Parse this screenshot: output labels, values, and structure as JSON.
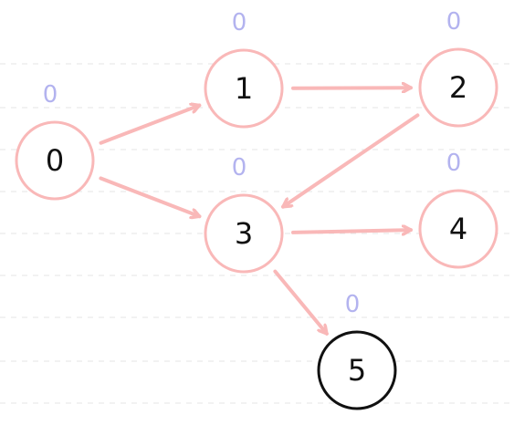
{
  "diagram": {
    "colors": {
      "edge": "#f9b8b8",
      "node_border_default": "#f9b8b8",
      "node_border_highlight": "#111111",
      "badge": "#b3b3ef",
      "guide": "#e6e6e6"
    },
    "nodes": [
      {
        "id": "0",
        "label": "0",
        "badge": "0",
        "highlighted": false
      },
      {
        "id": "1",
        "label": "1",
        "badge": "0",
        "highlighted": false
      },
      {
        "id": "2",
        "label": "2",
        "badge": "0",
        "highlighted": false
      },
      {
        "id": "3",
        "label": "3",
        "badge": "0",
        "highlighted": false
      },
      {
        "id": "4",
        "label": "4",
        "badge": "0",
        "highlighted": false
      },
      {
        "id": "5",
        "label": "5",
        "badge": "0",
        "highlighted": true
      }
    ],
    "edges": [
      {
        "from": "0",
        "to": "1"
      },
      {
        "from": "0",
        "to": "3"
      },
      {
        "from": "1",
        "to": "2"
      },
      {
        "from": "2",
        "to": "3"
      },
      {
        "from": "3",
        "to": "4"
      },
      {
        "from": "3",
        "to": "5"
      }
    ]
  }
}
